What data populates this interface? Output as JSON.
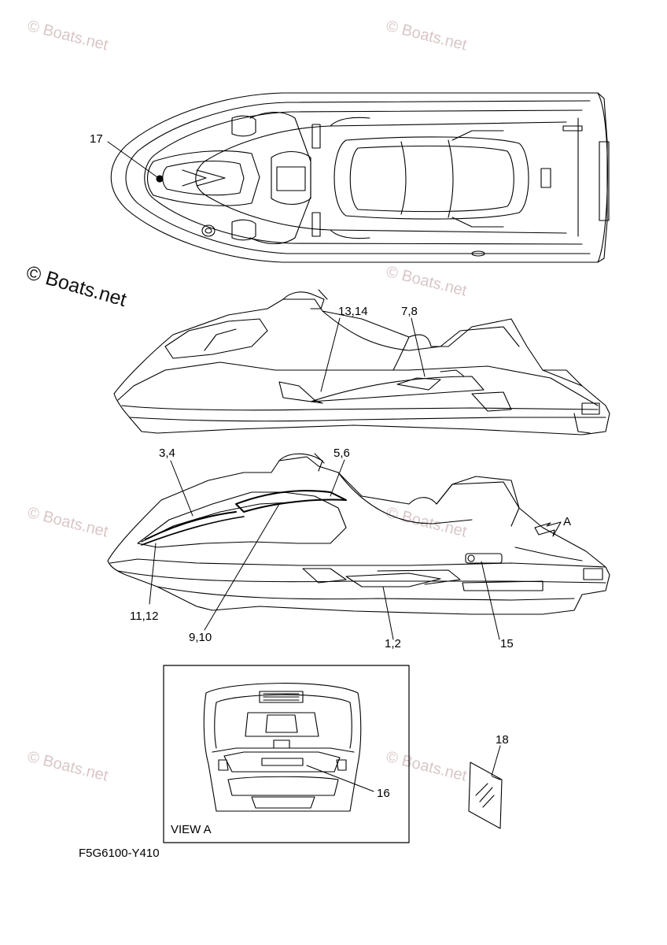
{
  "watermark": {
    "faint_text": "© Boats.net",
    "strong_text": "© Boats.net",
    "faint_color": "#d9c6c6",
    "strong_color": "#111111"
  },
  "callouts": {
    "c17": "17",
    "c13_14": "13,14",
    "c7_8": "7,8",
    "c3_4": "3,4",
    "c5_6": "5,6",
    "cA": "A",
    "c11_12": "11,12",
    "c9_10": "9,10",
    "c1_2": "1,2",
    "c15": "15",
    "c18": "18",
    "c16": "16"
  },
  "view_a_label": "VIEW A",
  "drawing_code": "F5G6100-Y410"
}
